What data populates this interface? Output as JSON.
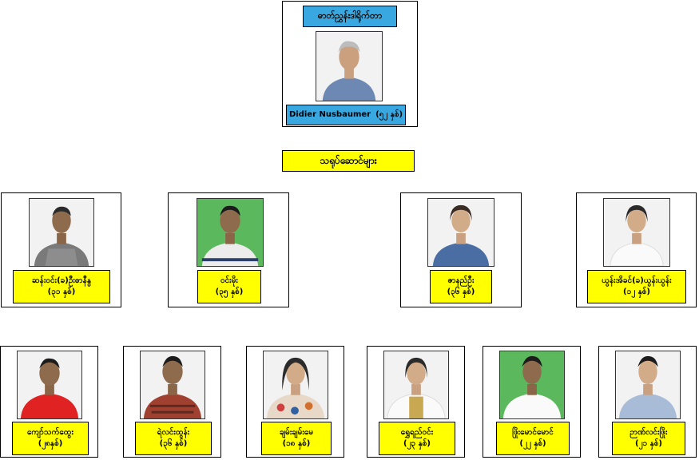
{
  "director": {
    "title": "ဓာတ်ညွှန်းဒါရိုက်တာ",
    "name": "Didier Nusbaumer",
    "age": "(၅၂ နှစ်)"
  },
  "cast_heading": "သရုပ်ဆောင်များ",
  "row1": [
    {
      "name": "ဆန်းဝင်း(ခ)ဦးစာနီနွ",
      "age": "(၃၁ နှစ်)"
    },
    {
      "name": "ဝင်းမိုး",
      "age": "(၃၅ နှစ်)"
    },
    {
      "name": "ဇာနည်ဦး",
      "age": "(၃၆ နှစ်)"
    },
    {
      "name": "ယွန်းအိခင်(ခ)ယွန်းယွန်း",
      "age": "(၁၂ နှစ်)"
    }
  ],
  "row2": [
    {
      "name": "ကျော်သက်ထွေး",
      "age": "(၂၈နှစ်)"
    },
    {
      "name": "ရဲလင်းထွန်း",
      "age": "(၃၆ နှစ်)"
    },
    {
      "name": "ချမ်းချမ်းမေ",
      "age": "(၁၈ နှစ်)"
    },
    {
      "name": "ရွှေရည်ဝင်း",
      "age": "(၂၃ နှစ်)"
    },
    {
      "name": "ဖြိုးမောင်မောင်",
      "age": "(၂၂ နှစ်)"
    },
    {
      "name": "ဉာဏ်လင်းဖြိုး",
      "age": "(၂၁ နှစ်)"
    }
  ],
  "colors": {
    "label_yellow": "#ffff00",
    "label_blue": "#3aa8e0",
    "photo_bg_white": "#f2f2f2",
    "photo_bg_green": "#5cb85c"
  }
}
